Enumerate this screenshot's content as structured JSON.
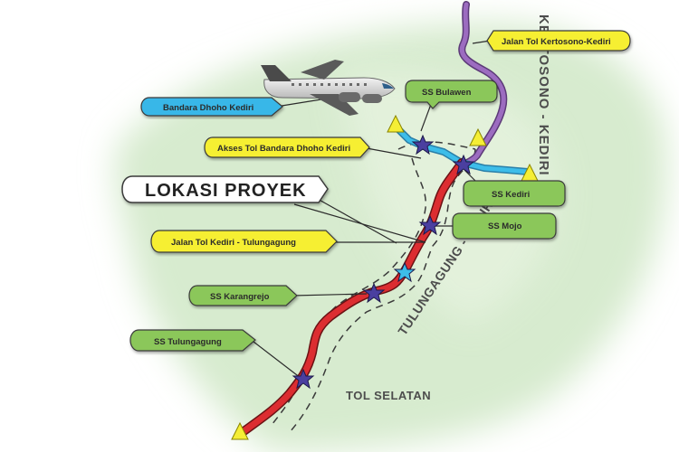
{
  "title": "LOKASI PROYEK",
  "labels": {
    "kertosono_kediri_toll": "Jalan Tol Kertosono-Kediri",
    "airport": "Bandara Dhoho Kediri",
    "ss_bulawen": "SS Bulawen",
    "airport_access": "Akses Tol Bandara Dhoho Kediri",
    "ss_kediri": "SS Kediri",
    "ss_mojo": "SS Mojo",
    "kediri_tulungagung_toll": "Jalan Tol Kediri - Tulungagung",
    "ss_karangrejo": "SS Karangrejo",
    "ss_tulungagung": "SS Tulungagung"
  },
  "map_text": {
    "kertosono_kediri_vertical": "KERTOSONO - KEDIRI",
    "tulungagung_kediri": "TULUNGAGUNG - KEDIRI",
    "tol_selatan": "TOL SELATAN"
  },
  "colors": {
    "background": "#ffffff",
    "terrain": "#d7ebcf",
    "terrain_edge": "#e9f4e3",
    "purple_route": "#8e5aa8",
    "red_route": "#d72b30",
    "blue_route": "#39b6e6",
    "star_purple": "#4a3fa0",
    "star_blue": "#39b6e6",
    "triangle_yellow": "#f5ee35",
    "yellow_label": "#f6ef31",
    "green_label": "#8bc75a",
    "blue_label": "#35b6e8",
    "white_label": "#ffffff",
    "text": "#2b2b2b"
  },
  "icons": {
    "airplane": "airplane-icon",
    "stations": "star-icon",
    "endpoints": "triangle-icon"
  }
}
